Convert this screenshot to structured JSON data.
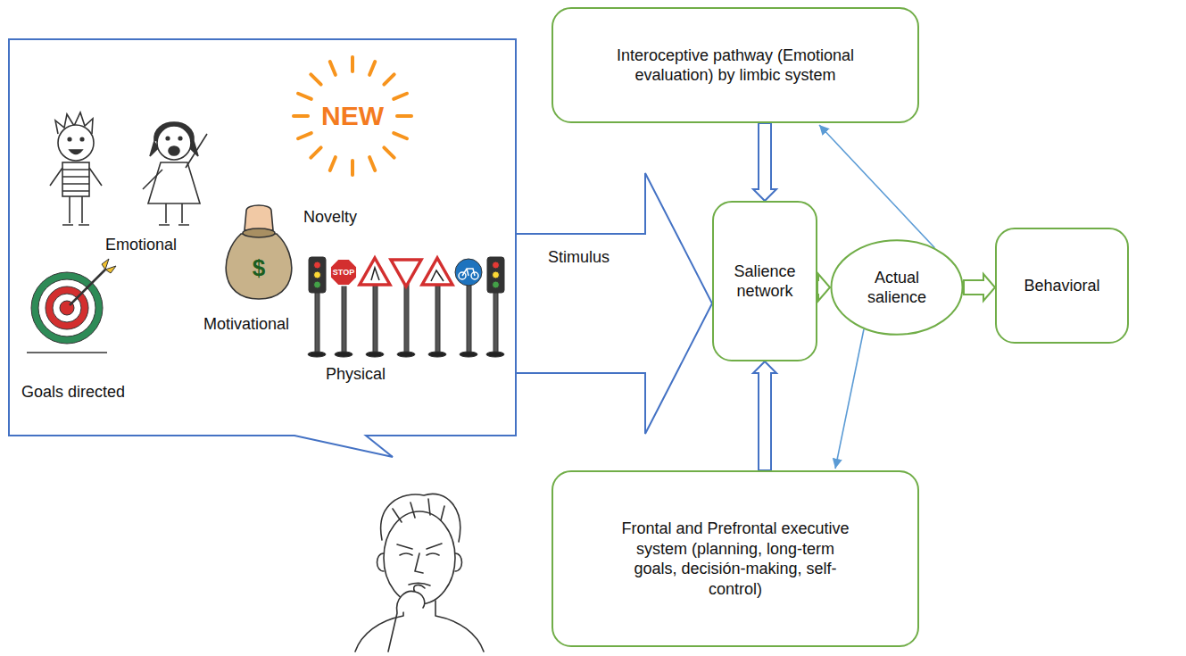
{
  "diagram": {
    "nodes": [
      {
        "text": [
          "Emotional",
          "Novelty",
          "Motivational",
          "Physical",
          "Goals directed"
        ]
      },
      {
        "text": [
          "Interoceptive pathway (Emotional evaluation) by limbic system"
        ]
      },
      {
        "text": [
          "Salience network"
        ]
      },
      {
        "text": [
          "Actual salience"
        ]
      },
      {
        "text": [
          "Behavioral"
        ]
      },
      {
        "text": [
          "Frontal and Prefrontal executive system (planning, long-term goals, decisión-making, self-control)"
        ]
      }
    ],
    "edges": [
      {
        "from": 0,
        "to": 2,
        "label": "Stimulus",
        "arrow": "to"
      },
      {
        "from": 1,
        "to": 2,
        "arrow": "to"
      },
      {
        "from": 5,
        "to": 2,
        "arrow": "to"
      },
      {
        "from": 2,
        "to": 3,
        "arrow": "to"
      },
      {
        "from": 3,
        "to": 4,
        "arrow": "to"
      },
      {
        "from": 3,
        "to": 1,
        "arrow": "to"
      },
      {
        "from": 3,
        "to": 5,
        "arrow": "to"
      }
    ],
    "labels": [
      "NEW",
      "$",
      "STOP"
    ]
  }
}
